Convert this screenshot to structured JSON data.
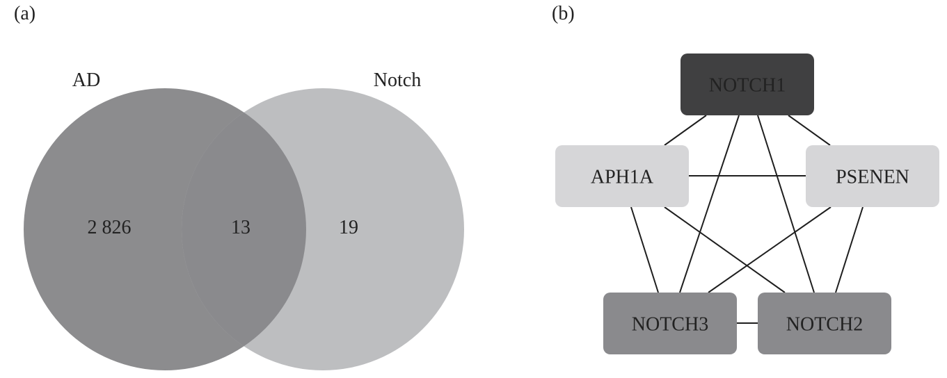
{
  "panels": {
    "a_label": "(a)",
    "b_label": "(b)"
  },
  "venn": {
    "set_left": {
      "name": "AD",
      "only_count": "2 826",
      "color": "#8c8c8e"
    },
    "set_right": {
      "name": "Notch",
      "only_count": "19",
      "color": "#bdbec0"
    },
    "intersection": {
      "count": "13",
      "color": "#8a8a8d"
    }
  },
  "network": {
    "nodes": [
      {
        "id": "NOTCH1",
        "label": "NOTCH1",
        "color": "#404041"
      },
      {
        "id": "APH1A",
        "label": "APH1A",
        "color": "#d6d6d8"
      },
      {
        "id": "PSENEN",
        "label": "PSENEN",
        "color": "#d6d6d8"
      },
      {
        "id": "NOTCH3",
        "label": "NOTCH3",
        "color": "#8a8a8d"
      },
      {
        "id": "NOTCH2",
        "label": "NOTCH2",
        "color": "#8a8a8d"
      }
    ],
    "edges": [
      [
        "NOTCH1",
        "APH1A"
      ],
      [
        "NOTCH1",
        "PSENEN"
      ],
      [
        "NOTCH1",
        "NOTCH3"
      ],
      [
        "NOTCH1",
        "NOTCH2"
      ],
      [
        "APH1A",
        "PSENEN"
      ],
      [
        "APH1A",
        "NOTCH3"
      ],
      [
        "APH1A",
        "NOTCH2"
      ],
      [
        "PSENEN",
        "NOTCH3"
      ],
      [
        "PSENEN",
        "NOTCH2"
      ],
      [
        "NOTCH3",
        "NOTCH2"
      ]
    ]
  }
}
